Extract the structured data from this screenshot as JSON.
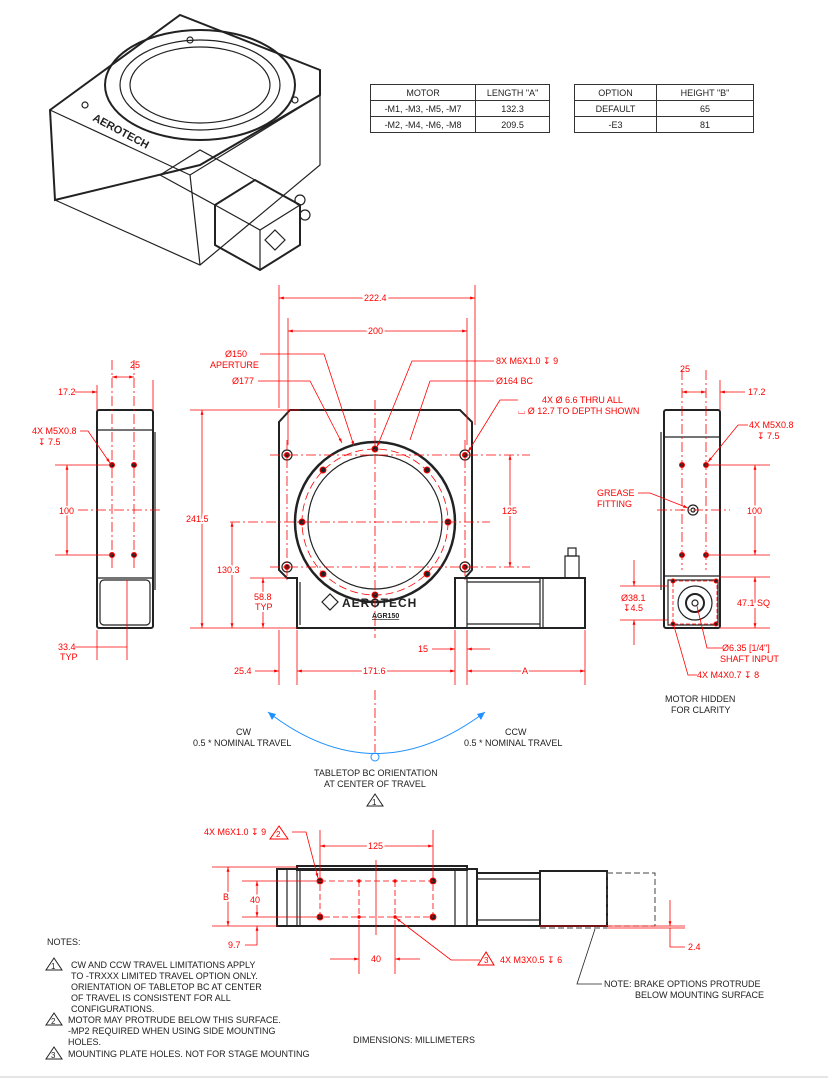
{
  "motor_table": {
    "headers": [
      "MOTOR",
      "LENGTH \"A\""
    ],
    "rows": [
      [
        "-M1, -M3, -M5, -M7",
        "132.3"
      ],
      [
        "-M2, -M4, -M6, -M8",
        "209.5"
      ]
    ]
  },
  "option_table": {
    "headers": [
      "OPTION",
      "HEIGHT \"B\""
    ],
    "rows": [
      [
        "DEFAULT",
        "65"
      ],
      [
        "-E3",
        "81"
      ]
    ]
  },
  "front": {
    "d222": "222.4",
    "d200": "200",
    "aperture1": "Ø150",
    "aperture2": "APERTURE",
    "d177": "Ø177",
    "m6": "8X M6X1.0 ↧ 9",
    "bc": "Ø164 BC",
    "thru1": "4X  Ø 6.6 THRU ALL",
    "thru2": "⌴  Ø 12.7 TO DEPTH SHOWN",
    "h241": "241.5",
    "h130": "130.3",
    "h58": "58.8",
    "typ": "TYP",
    "d125": "125",
    "d25_4": "25.4",
    "d171": "171.6",
    "d15": "15",
    "dA": "A",
    "brand": "AEROTECH",
    "model": "AGR150"
  },
  "left": {
    "d25": "25",
    "d17": "17.2",
    "m5a": "4X M5X0.8",
    "m5b": "↧ 7.5",
    "d100": "100",
    "d33": "33.4",
    "typ": "TYP"
  },
  "right": {
    "d25": "25",
    "d17": "17.2",
    "m5a": "4X M5X0.8",
    "m5b": "↧ 7.5",
    "grease1": "GREASE",
    "grease2": "FITTING",
    "d100": "100",
    "d38a": "Ø38.1",
    "d38b": "↧4.5",
    "sq": "47.1 SQ",
    "shaft1": "Ø6.35 [1/4\"]",
    "shaft2": "SHAFT INPUT",
    "m4": "4X M4X0.7 ↧ 8",
    "hidden1": "MOTOR HIDDEN",
    "hidden2": "FOR CLARITY"
  },
  "travel": {
    "cw1": "CW",
    "cw2": "0.5 * NOMINAL TRAVEL",
    "ccw1": "CCW",
    "ccw2": "0.5 * NOMINAL TRAVEL",
    "orient1": "TABLETOP BC ORIENTATION",
    "orient2": "AT CENTER OF TRAVEL",
    "flag": "1"
  },
  "bottom": {
    "m6": "4X M6X1.0 ↧ 9",
    "flag2": "2",
    "d125": "125",
    "dB": "B",
    "d40v": "40",
    "d9_7": "9.7",
    "d40h": "40",
    "flag3": "3",
    "m3": "4X M3X0.5 ↧ 6",
    "d2_4": "2.4",
    "brake1": "NOTE: BRAKE OPTIONS PROTRUDE",
    "brake2": "BELOW MOUNTING SURFACE"
  },
  "notes": {
    "title": "NOTES:",
    "n1": [
      "CW AND CCW TRAVEL LIMITATIONS APPLY",
      "TO -TRXXX LIMITED TRAVEL OPTION ONLY.",
      "ORIENTATION OF TABLETOP BC AT CENTER",
      "OF TRAVEL IS CONSISTENT FOR ALL",
      "CONFIGURATIONS."
    ],
    "n2": [
      "MOTOR MAY PROTRUDE BELOW THIS SURFACE.",
      "-MP2 REQUIRED WHEN USING SIDE MOUNTING",
      "HOLES."
    ],
    "n3": [
      "MOUNTING PLATE HOLES. NOT FOR STAGE MOUNTING"
    ],
    "nums": [
      "1",
      "2",
      "3"
    ]
  },
  "units": "DIMENSIONS:  MILLIMETERS",
  "iso": {
    "brand": "AEROTECH"
  }
}
